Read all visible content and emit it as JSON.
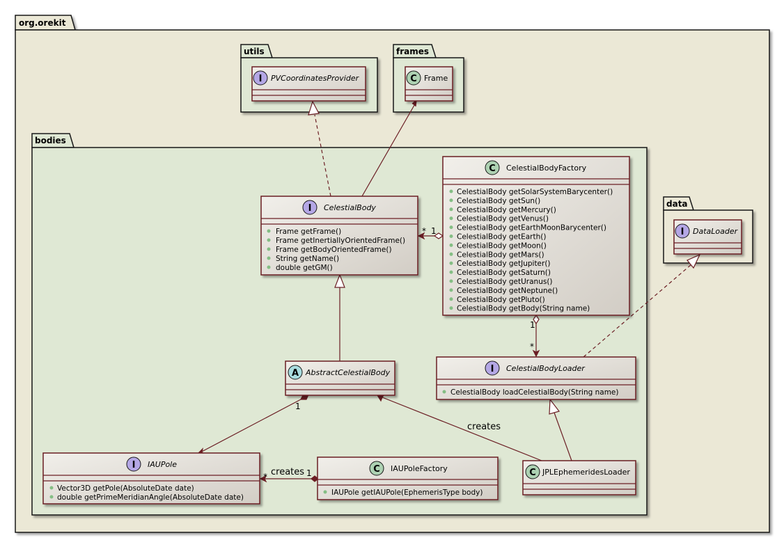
{
  "packages": {
    "outer": "org.orekit",
    "utils": "utils",
    "frames": "frames",
    "bodies": "bodies",
    "data": "data"
  },
  "stereotypes": {
    "interface": "I",
    "class": "C",
    "abstract": "A"
  },
  "classes": {
    "pvcoordinates": {
      "name": "PVCoordinatesProvider",
      "kind": "interface"
    },
    "frame": {
      "name": "Frame",
      "kind": "class"
    },
    "celestialbody": {
      "name": "CelestialBody",
      "kind": "interface",
      "methods": [
        "Frame getFrame()",
        "Frame getInertiallyOrientedFrame()",
        "Frame getBodyOrientedFrame()",
        "String getName()",
        "double getGM()"
      ]
    },
    "factory": {
      "name": "CelestialBodyFactory",
      "kind": "class",
      "methods": [
        "CelestialBody getSolarSystemBarycenter()",
        "CelestialBody getSun()",
        "CelestialBody getMercury()",
        "CelestialBody getVenus()",
        "CelestialBody getEarthMoonBarycenter()",
        "CelestialBody getEarth()",
        "CelestialBody getMoon()",
        "CelestialBody getMars()",
        "CelestialBody getJupiter()",
        "CelestialBody getSaturn()",
        "CelestialBody getUranus()",
        "CelestialBody getNeptune()",
        "CelestialBody getPluto()",
        "CelestialBody getBody(String name)"
      ]
    },
    "dataloader": {
      "name": "DataLoader",
      "kind": "interface"
    },
    "abstractbody": {
      "name": "AbstractCelestialBody",
      "kind": "abstract"
    },
    "loader": {
      "name": "CelestialBodyLoader",
      "kind": "interface",
      "methods": [
        "CelestialBody loadCelestialBody(String name)"
      ]
    },
    "iaupole": {
      "name": "IAUPole",
      "kind": "interface",
      "methods": [
        "Vector3D getPole(AbsoluteDate date)",
        "double getPrimeMeridianAngle(AbsoluteDate date)"
      ]
    },
    "iaufactory": {
      "name": "IAUPoleFactory",
      "kind": "class",
      "methods": [
        "IAUPole getIAUPole(EphemerisType body)"
      ]
    },
    "jpl": {
      "name": "JPLEphemeridesLoader",
      "kind": "class"
    }
  },
  "labels": {
    "factory_body_many": "*",
    "factory_body_one": "1",
    "factory_loader_one": "1",
    "factory_loader_many": "*",
    "abstract_pole_one": "1",
    "pole_many": "*",
    "pole_factory_one": "1",
    "creates_pole": "creates",
    "creates_body": "creates"
  },
  "colors": {
    "package_outer": "#EBE8D6",
    "package_inner": "#DFE8D4",
    "border": "#181818",
    "class_border": "#6B1E24",
    "class_fill_start": "#F1EFEA",
    "class_fill_end": "#D6D1C9",
    "interface_circle": "#B4A7E5",
    "class_circle": "#ADD1B2",
    "abstract_circle": "#A9DCDF",
    "arrow": "#6B1E24",
    "text": "#000000"
  }
}
